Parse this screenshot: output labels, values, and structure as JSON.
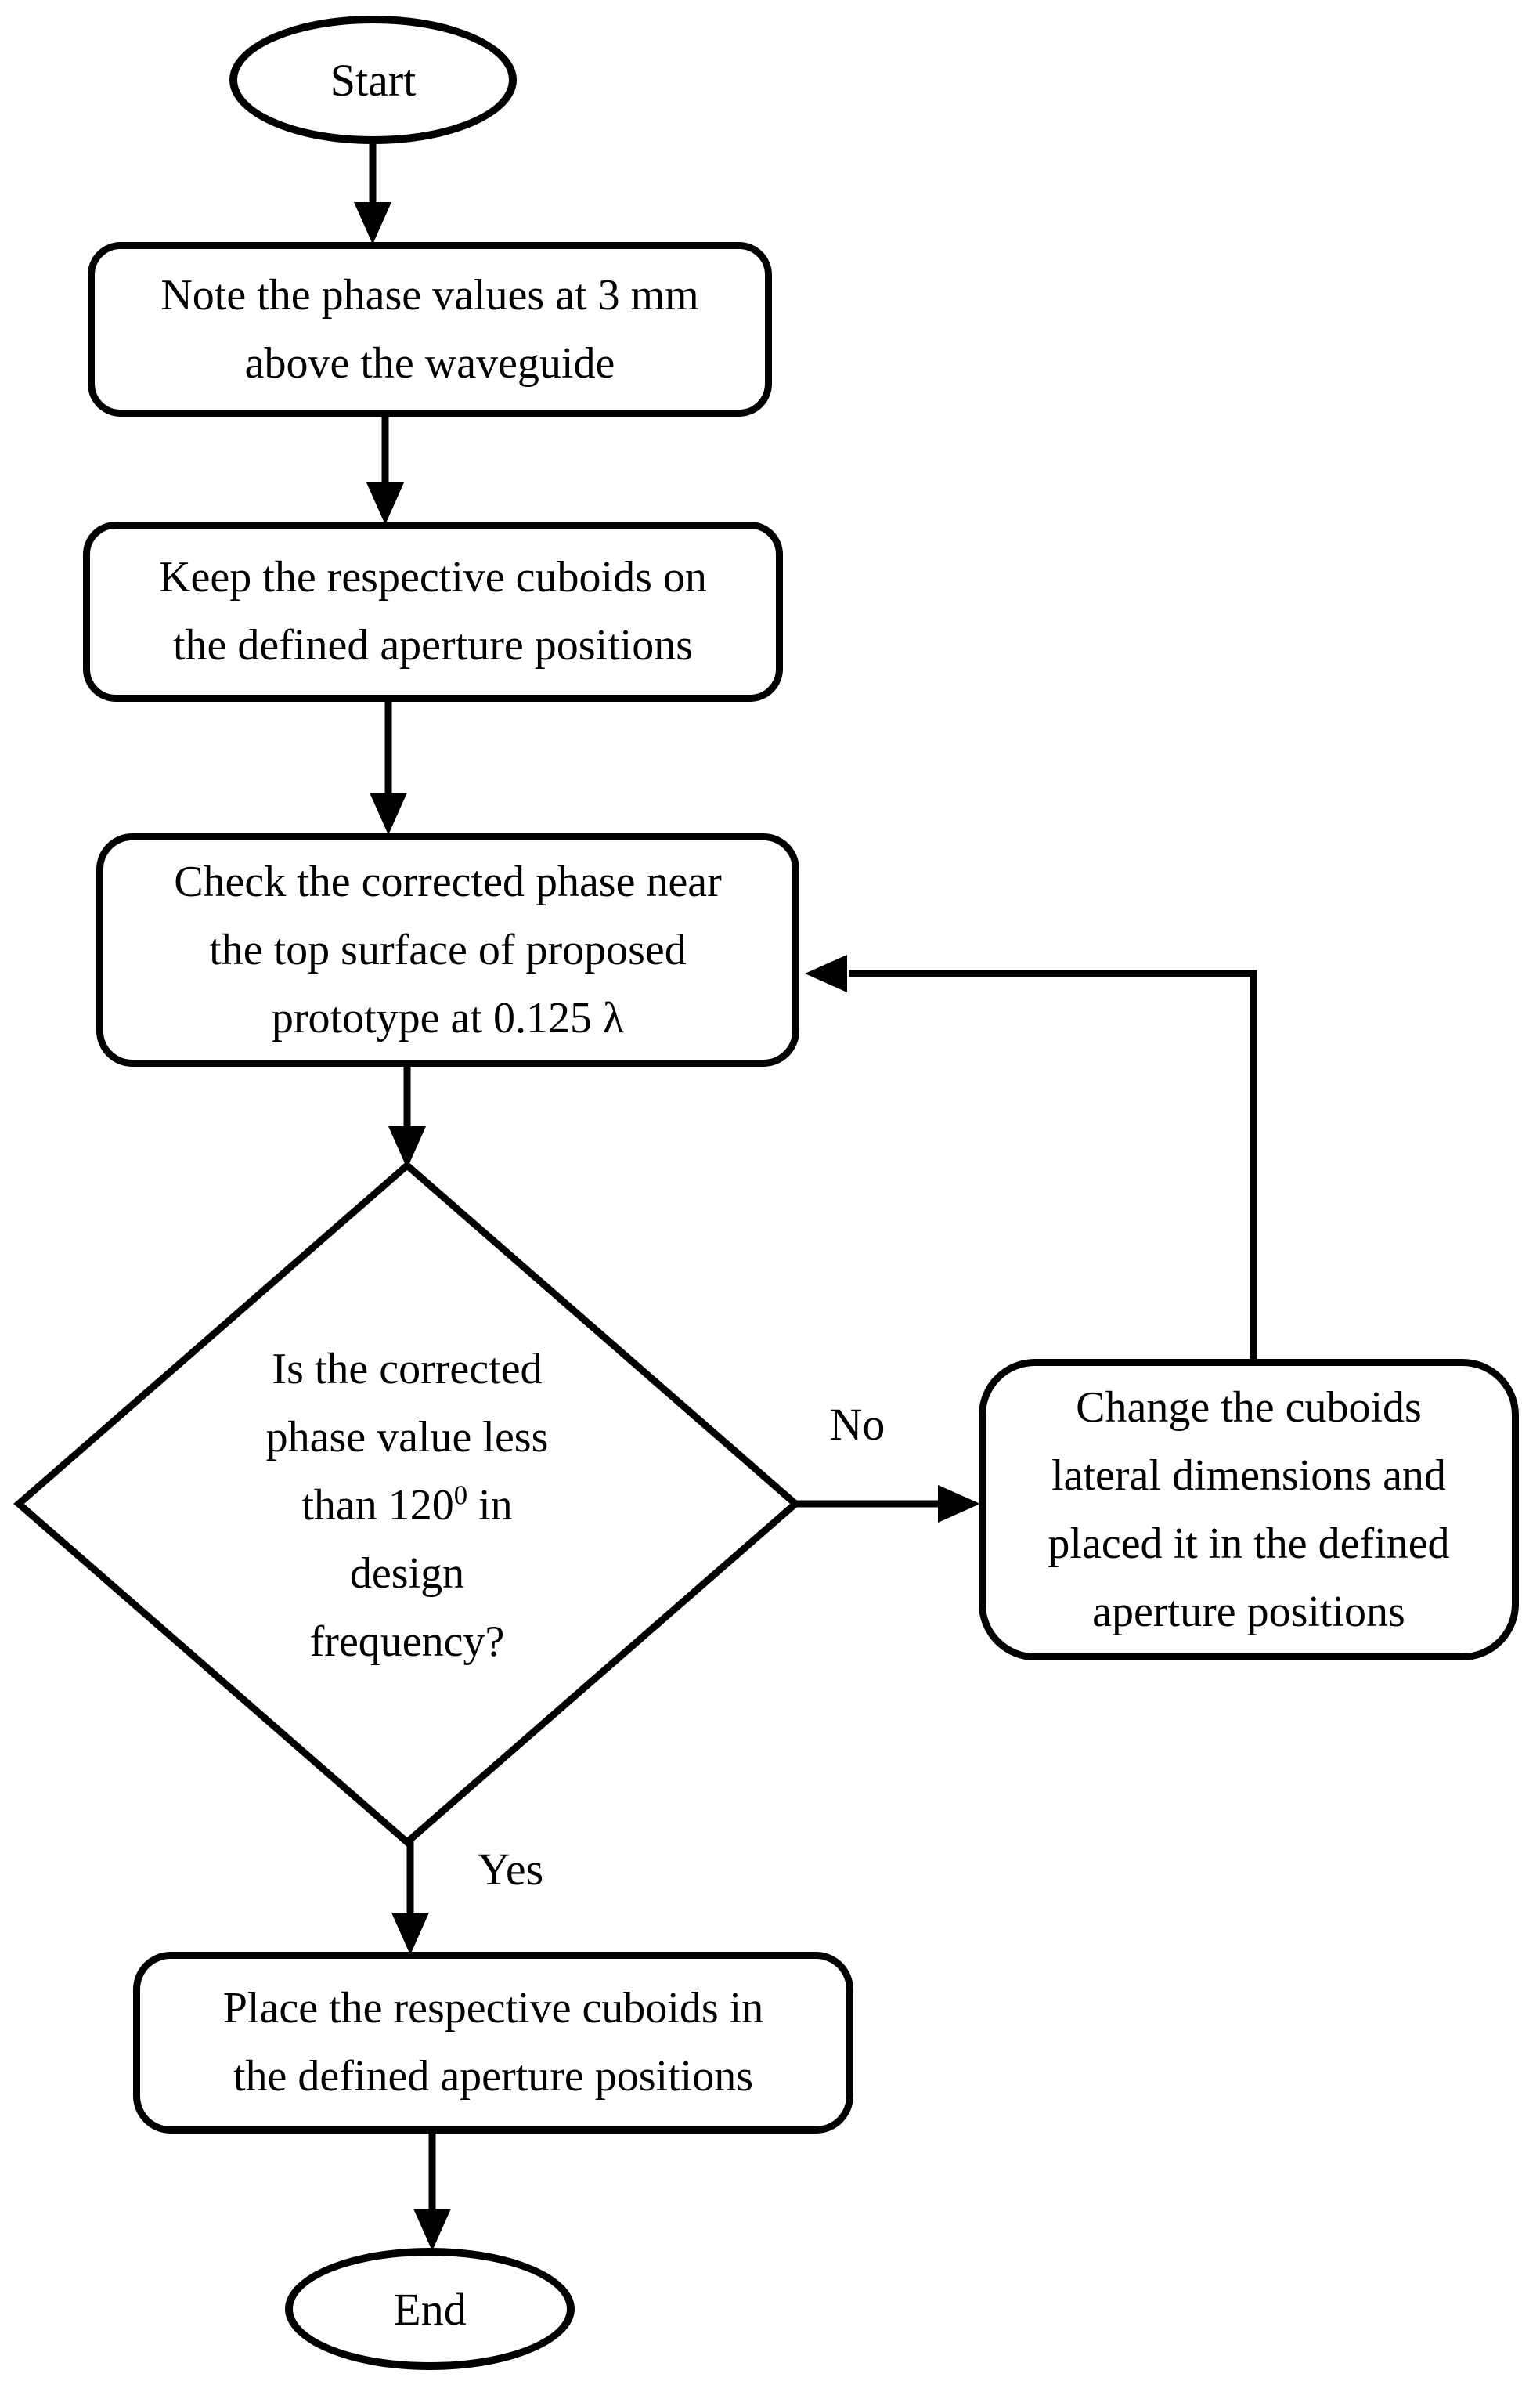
{
  "flowchart": {
    "colors": {
      "ink": "#000000",
      "background": "#ffffff"
    },
    "start": {
      "label": "Start"
    },
    "note_box": {
      "line1": "Note the phase values at 3 mm",
      "line2": "above the waveguide"
    },
    "keep_box": {
      "line1": "Keep the respective cuboids on",
      "line2": "the defined aperture positions"
    },
    "check_box": {
      "line1": "Check the corrected phase near",
      "line2": "the top surface of proposed",
      "line3": "prototype at 0.125 λ"
    },
    "decision": {
      "line1": "Is the corrected",
      "line2": "phase value less",
      "line3_pre": "than 120",
      "line3_sup": "0",
      "line3_post": " in",
      "line4": "design",
      "line5": "frequency?"
    },
    "edges": {
      "no_label": "No",
      "yes_label": "Yes"
    },
    "change_box": {
      "line1": "Change the cuboids",
      "line2": "lateral dimensions and",
      "line3": "placed it in the defined",
      "line4": "aperture positions"
    },
    "place_box": {
      "line1": "Place the respective cuboids in",
      "line2": "the defined aperture positions"
    },
    "end": {
      "label": "End"
    }
  }
}
